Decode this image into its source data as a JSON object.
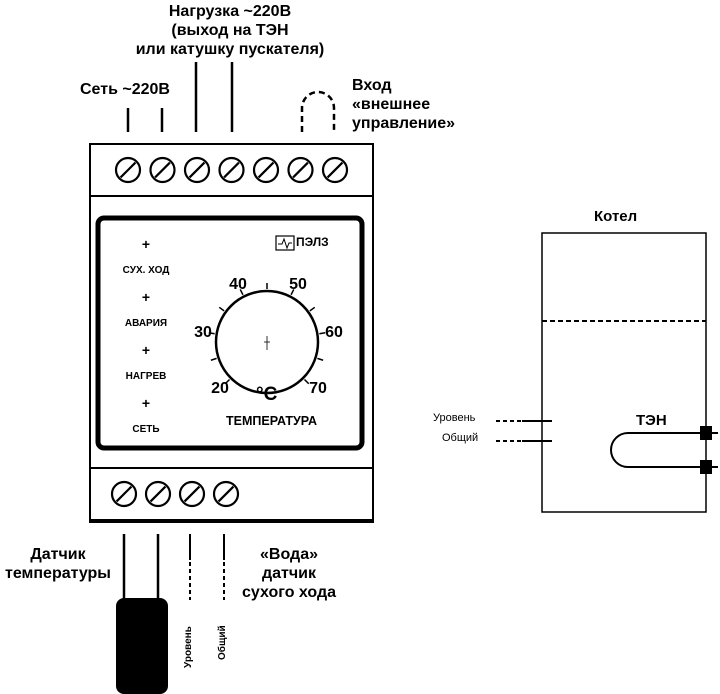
{
  "labels": {
    "load_line1": "Нагрузка ~220В",
    "load_line2": "(выход на ТЭН",
    "load_line3": "или катушку пускателя)",
    "network": "Сеть ~220В",
    "input_line1": "Вход",
    "input_line2": "«внешнее",
    "input_line3": "управление»",
    "temp_sensor_line1": "Датчик",
    "temp_sensor_line2": "температуры",
    "water_line1": "«Вода»",
    "water_line2": "датчик",
    "water_line3": "сухого хода",
    "level_vertical": "Уровень",
    "common_vertical": "Общий",
    "boiler": "Котел",
    "heater": "ТЭН",
    "level_side": "Уровень",
    "common_side": "Общий"
  },
  "panel": {
    "brand": "ПЭЛЗ",
    "indicators": [
      "СУХ. ХОД",
      "АВАРИЯ",
      "НАГРЕВ",
      "СЕТЬ"
    ],
    "indicator_symbol": "+",
    "dial_title": "ТЕМПЕРАТУРА",
    "dial_unit": "°C",
    "dial_scale": [
      "20",
      "30",
      "40",
      "50",
      "60",
      "70"
    ]
  },
  "terminals": {
    "top_count": 7,
    "bottom_count": 4
  },
  "colors": {
    "ink": "#000000",
    "background": "#ffffff"
  }
}
